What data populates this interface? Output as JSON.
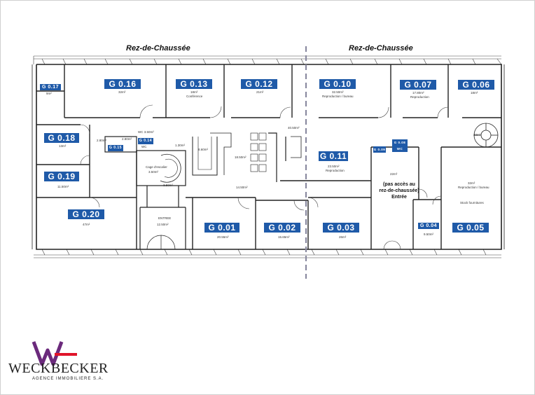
{
  "wings": {
    "left_title": "Rez-de-Chaussée",
    "right_title": "Rez-de-Chaussée"
  },
  "rooms": {
    "g017": {
      "label": "G 0.17",
      "area": "9m²"
    },
    "g016": {
      "label": "G 0.16",
      "area": "32m²"
    },
    "g013": {
      "label": "G 0.13",
      "area": "18m²",
      "use": "Conférence"
    },
    "g012": {
      "label": "G 0.12",
      "area": "21m²"
    },
    "g010": {
      "label": "G 0.10",
      "area": "32.50m²",
      "use": "Reproduction / bureau"
    },
    "g007": {
      "label": "G 0.07",
      "area": "17.80m²",
      "use": "Reproduction"
    },
    "g006": {
      "label": "G 0.06",
      "area": "18m²"
    },
    "g018": {
      "label": "G 0.18",
      "area": "13m²"
    },
    "g015": {
      "label": "G 0.15"
    },
    "g014": {
      "label": "G 0.14",
      "area": "2.80m²"
    },
    "g011": {
      "label": "G 0.11",
      "area": "23.50m²",
      "use": "Reproduction"
    },
    "g009": {
      "label": "G 0.09"
    },
    "g008": {
      "label": "G 0.08",
      "sub": "WC"
    },
    "g019": {
      "label": "G 0.19",
      "area": "11.50m²"
    },
    "g020": {
      "label": "G 0.20",
      "area": "47m²"
    },
    "g001": {
      "label": "G 0.01",
      "area": "20.55m²"
    },
    "g002": {
      "label": "G 0.02",
      "area": "15.65m²"
    },
    "g003": {
      "label": "G 0.03",
      "area": "26m²"
    },
    "g004": {
      "label": "G 0.04",
      "area": "9.50m²"
    },
    "g005": {
      "label": "G 0.05",
      "area": "32m²",
      "use": "Reproduction / bureau",
      "use2": "Stock fournitures"
    }
  },
  "notes": {
    "wc_top": "WC 3.50m²",
    "left_hall": "2.80m²",
    "wc_mid": "WC",
    "right_hall": "1.30m²",
    "corridor_a": "8.60m²",
    "corridor_b": "18.50m²",
    "stair_top": "40.50m²",
    "lift_top": "Cage d'escalier",
    "lift_area": "3.50m²",
    "lift_area2": "3.50m²",
    "corridor_main": "14.50m²",
    "entree": "ENTREE",
    "entree_area": "12.50m²",
    "right_area": "22m²",
    "stair_right": "40m²"
  },
  "annotation": {
    "line1": "(pas accès au",
    "line2": "rez-de-chaussée)",
    "line3": "Entrée"
  },
  "logo": {
    "name": "WECKBECKER",
    "tagline": "AGENCE IMMOBILIERE S.A.",
    "colors": {
      "mark": "#6b2a7c",
      "accent": "#e0142a"
    }
  },
  "colors": {
    "label_bg": "#1f5aa8",
    "label_text": "#ffffff",
    "wall": "#222222",
    "axis": "#8a8aa0"
  }
}
